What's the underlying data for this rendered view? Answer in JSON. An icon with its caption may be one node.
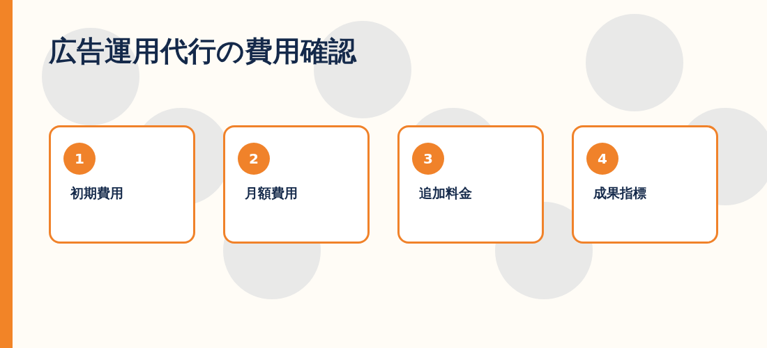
{
  "diagram": {
    "title": "広告運用代行の費用確認",
    "nodes": [
      {
        "text": [
          "初期費用"
        ]
      },
      {
        "text": [
          "1"
        ],
        "in": 0
      },
      {
        "text": [
          "月額費用"
        ]
      },
      {
        "text": [
          "2"
        ],
        "in": 2
      },
      {
        "text": [
          "追加料金"
        ]
      },
      {
        "text": [
          "3"
        ],
        "in": 4
      },
      {
        "text": [
          "成果指標"
        ]
      },
      {
        "text": [
          "4"
        ],
        "in": 6
      }
    ]
  }
}
